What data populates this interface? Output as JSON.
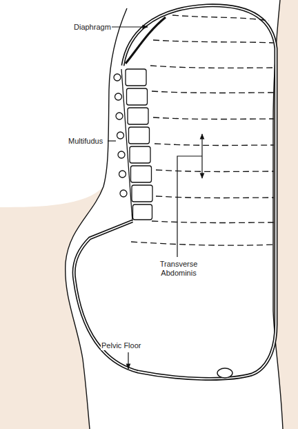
{
  "diagram": {
    "labels": [
      "Diaphragm",
      "Multifudus",
      "Transverse Abdominis",
      "Pelvic Floor"
    ]
  }
}
